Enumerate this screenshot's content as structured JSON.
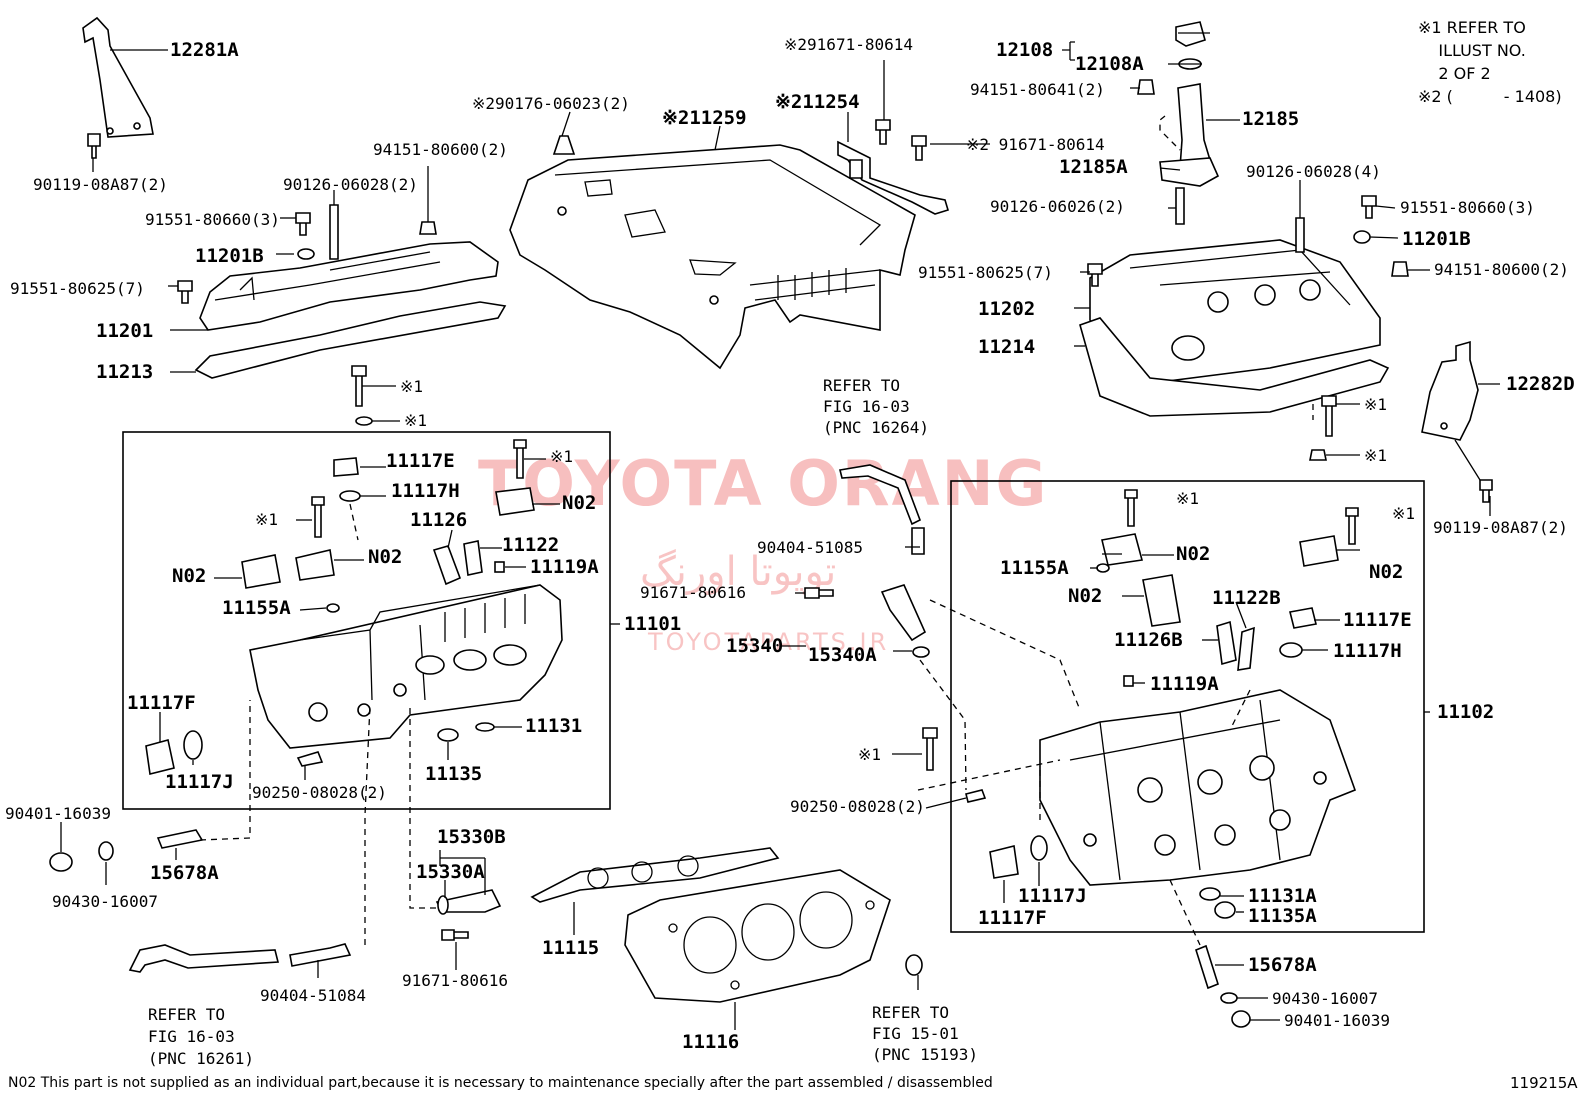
{
  "title": "119215A",
  "footnote": "N02 This part is not supplied as an individual part,because it is necessary to maintenance specially after the part assembled / disassembled",
  "ref_note": [
    "※1 REFER TO",
    "    ILLUST NO.",
    "    2 OF 2",
    "※2 (          - 1408)"
  ],
  "watermark": {
    "main": "TOYOTA ORANG",
    "arabic": "تویوتا اورنگ",
    "sub": "TOYOTAPARTS.IR"
  },
  "labels": {
    "l12281A": "12281A",
    "l90119a": "90119-08A87(2)",
    "l290176": "※290176-06023(2)",
    "l211259": "※211259",
    "l211254": "※211254",
    "l291671a": "※291671-80614",
    "l291671b": "※2 91671-80614",
    "l12108": "12108",
    "l12108A": "12108A",
    "l94151a": "94151-80641(2)",
    "l12185": "12185",
    "l12185A": "12185A",
    "l90126a": "90126-06026(2)",
    "l94151b": "94151-80600(2)",
    "l90126b": "90126-06028(2)",
    "l91551a": "91551-80660(3)",
    "l11201Ba": "11201B",
    "l91551b": "91551-80625(7)",
    "l11201": "11201",
    "l11213": "11213",
    "s1a": "※1",
    "s1b": "※1",
    "l90126c": "90126-06028(4)",
    "l91551c": "91551-80660(3)",
    "l11201Bb": "11201B",
    "l94151c": "94151-80600(2)",
    "l91551d": "91551-80625(7)",
    "l11202": "11202",
    "l11214": "11214",
    "l12282D": "12282D",
    "s1c": "※1",
    "s1d": "※1",
    "l90119b": "90119-08A87(2)",
    "ref1a": "REFER TO",
    "ref1b": "FIG 16-03",
    "ref1c": "(PNC 16264)",
    "l11117E": "11117E",
    "l11117H": "11117H",
    "s1e": "※1",
    "s1f": "※1",
    "n02a": "N02",
    "n02b": "N02",
    "n02c": "N02",
    "l11126": "11126",
    "l11122": "11122",
    "l11119A": "11119A",
    "l11155A": "11155A",
    "l11101": "11101",
    "l11117F": "11117F",
    "l11117J": "11117J",
    "l11131": "11131",
    "l11135": "11135",
    "l90250a": "90250-08028(2)",
    "l90401a": "90401-16039",
    "l90430a": "90430-16007",
    "l15678A": "15678A",
    "l90404a": "90404-51085",
    "l91671c": "91671-80616",
    "l15340": "15340",
    "l15340A": "15340A",
    "s1g": "※1",
    "l90250b": "90250-08028(2)",
    "s1h": "※1",
    "s1i": "※1",
    "n02d": "N02",
    "n02e": "N02",
    "n02f": "N02",
    "l11155Ab": "11155A",
    "l11122B": "11122B",
    "l11117Eb": "11117E",
    "l11126B": "11126B",
    "l11117Hb": "11117H",
    "l11119Ab": "11119A",
    "l11102": "11102",
    "l11117Jb": "11117J",
    "l11117Fb": "11117F",
    "l11131A": "11131A",
    "l11135A": "11135A",
    "l15678Ab": "15678A",
    "l90430b": "90430-16007",
    "l90401b": "90401-16039",
    "l15330B": "15330B",
    "l15330A": "15330A",
    "l91671d": "91671-80616",
    "l11115": "11115",
    "l11116": "11116",
    "l90404b": "90404-51084",
    "ref2a": "REFER TO",
    "ref2b": "FIG 16-03",
    "ref2c": "(PNC 16261)",
    "ref3a": "REFER TO",
    "ref3b": "FIG 15-01",
    "ref3c": "(PNC 15193)"
  }
}
